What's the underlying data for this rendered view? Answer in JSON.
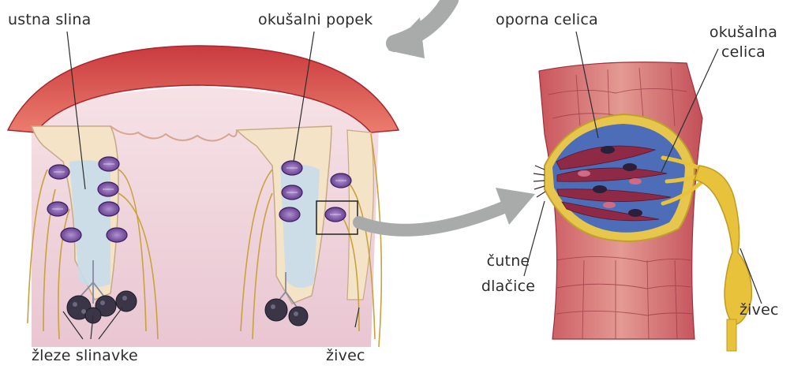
{
  "labels": {
    "saliva": "ustna slina",
    "taste_bud": "okušalni popek",
    "support_cell": "oporna celica",
    "taste_cell_line1": "okušalna",
    "taste_cell_line2": "celica",
    "taste_hairs_line1": "čutne",
    "taste_hairs_line2": "dlačice",
    "nerve_right": "živec",
    "salivary_glands": "žleze slinavke",
    "nerve_bottom": "živec"
  },
  "colors": {
    "tissue_red": "#d9464a",
    "tissue_pale": "#f2d9c8",
    "saliva_blue": "#c9dcea",
    "taste_bud_purple": "#7a4ea6",
    "support_cell_blue": "#4d6db8",
    "taste_cell_crimson": "#8e2a45",
    "nerve_yellow": "#e8c23a",
    "arrow_gray": "#a9abab",
    "gland_dark": "#3a3648"
  },
  "icons": {
    "curved_arrow_top": "curved-arrow-icon",
    "curved_arrow_middle": "curved-arrow-icon"
  }
}
